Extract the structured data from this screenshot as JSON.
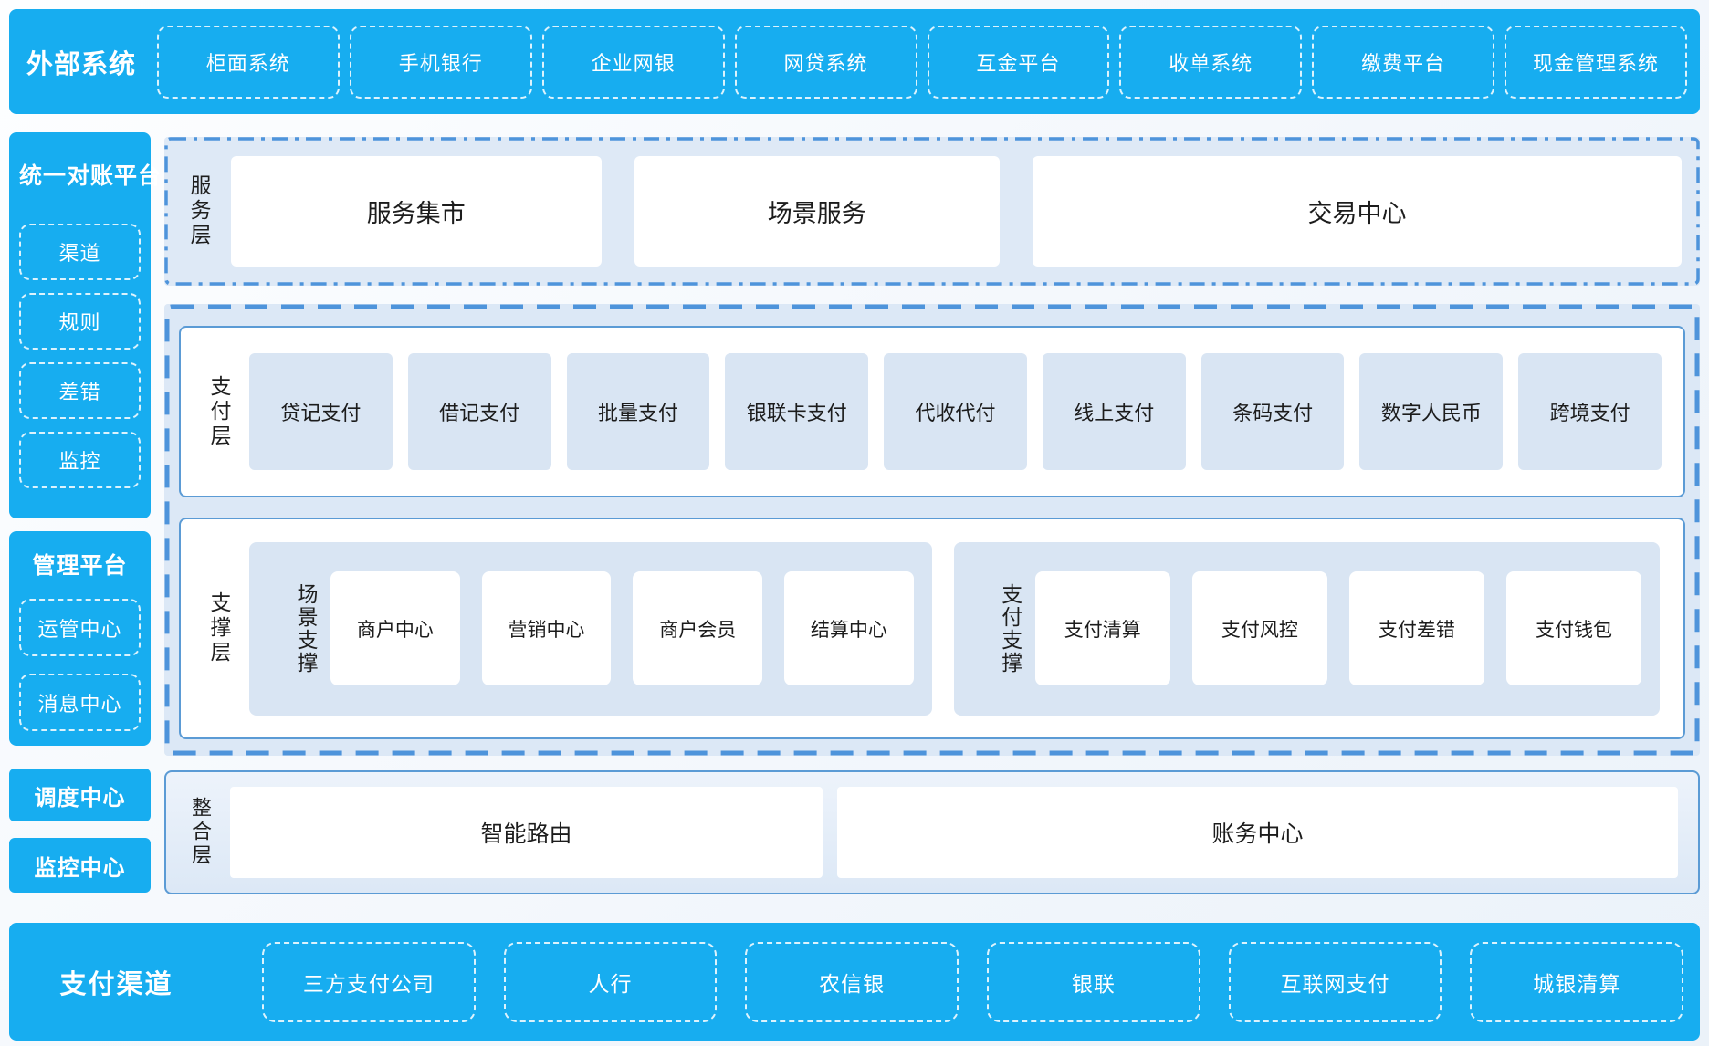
{
  "colors": {
    "accent_cyan": "#17ADF0",
    "panel_light_blue": "#DEE9F6",
    "box_light_blue": "#D9E5F3",
    "solid_border_blue": "#5B9BD5",
    "dashed_border_blue": "#4E94DB",
    "text_dark": "#1C1C1C",
    "text_white": "#FFFFFF"
  },
  "top_bar": {
    "label": "外部系统",
    "items": [
      "柜面系统",
      "手机银行",
      "企业网银",
      "网贷系统",
      "互金平台",
      "收单系统",
      "缴费平台",
      "现金管理系统"
    ]
  },
  "left_column": {
    "panels": [
      {
        "title": "统一对账平台",
        "items": [
          "渠道",
          "规则",
          "差错",
          "监控"
        ]
      },
      {
        "title": "管理平台",
        "items": [
          "运管中心",
          "消息中心"
        ]
      }
    ],
    "solo_boxes": [
      "调度中心",
      "监控中心"
    ]
  },
  "service_layer": {
    "label": "服务层",
    "items": [
      "服务集市",
      "场景服务",
      "交易中心"
    ]
  },
  "payment_layer": {
    "label": "支付层",
    "items": [
      "贷记支付",
      "借记支付",
      "批量支付",
      "银联卡支付",
      "代收代付",
      "线上支付",
      "条码支付",
      "数字人民币",
      "跨境支付"
    ]
  },
  "support_layer": {
    "label": "支撑层",
    "groups": [
      {
        "label": "场景支撑",
        "items": [
          "商户中心",
          "营销中心",
          "商户会员",
          "结算中心"
        ]
      },
      {
        "label": "支付支撑",
        "items": [
          "支付清算",
          "支付风控",
          "支付差错",
          "支付钱包"
        ]
      }
    ]
  },
  "integration_layer": {
    "label": "整合层",
    "items": [
      "智能路由",
      "账务中心"
    ]
  },
  "bottom_bar": {
    "label": "支付渠道",
    "items": [
      "三方支付公司",
      "人行",
      "农信银",
      "银联",
      "互联网支付",
      "城银清算"
    ]
  }
}
